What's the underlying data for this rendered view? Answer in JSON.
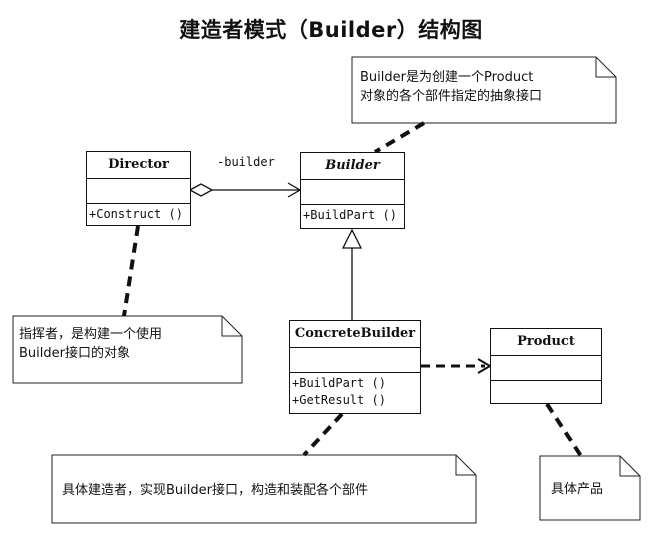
{
  "title": "建造者模式（Builder）结构图",
  "classes": {
    "director": {
      "name": "Director",
      "operations": [
        "+Construct ()"
      ]
    },
    "builder": {
      "name": "Builder",
      "operations": [
        "+BuildPart ()"
      ]
    },
    "concrete_builder": {
      "name": "ConcreteBuilder",
      "operations": [
        "+BuildPart ()",
        "+GetResult ()"
      ]
    },
    "product": {
      "name": "Product",
      "operations": []
    }
  },
  "association_label": "-builder",
  "notes": {
    "builder_note": {
      "lines": [
        "Builder是为创建一个Product",
        "对象的各个部件指定的抽象接口"
      ]
    },
    "director_note": {
      "lines": [
        "指挥者，是构建一个使用",
        "Builder接口的对象"
      ]
    },
    "concrete_note": {
      "lines": [
        "具体建造者，实现Builder接口，构造和装配各个部件"
      ]
    },
    "product_note": {
      "lines": [
        "具体产品"
      ]
    }
  }
}
